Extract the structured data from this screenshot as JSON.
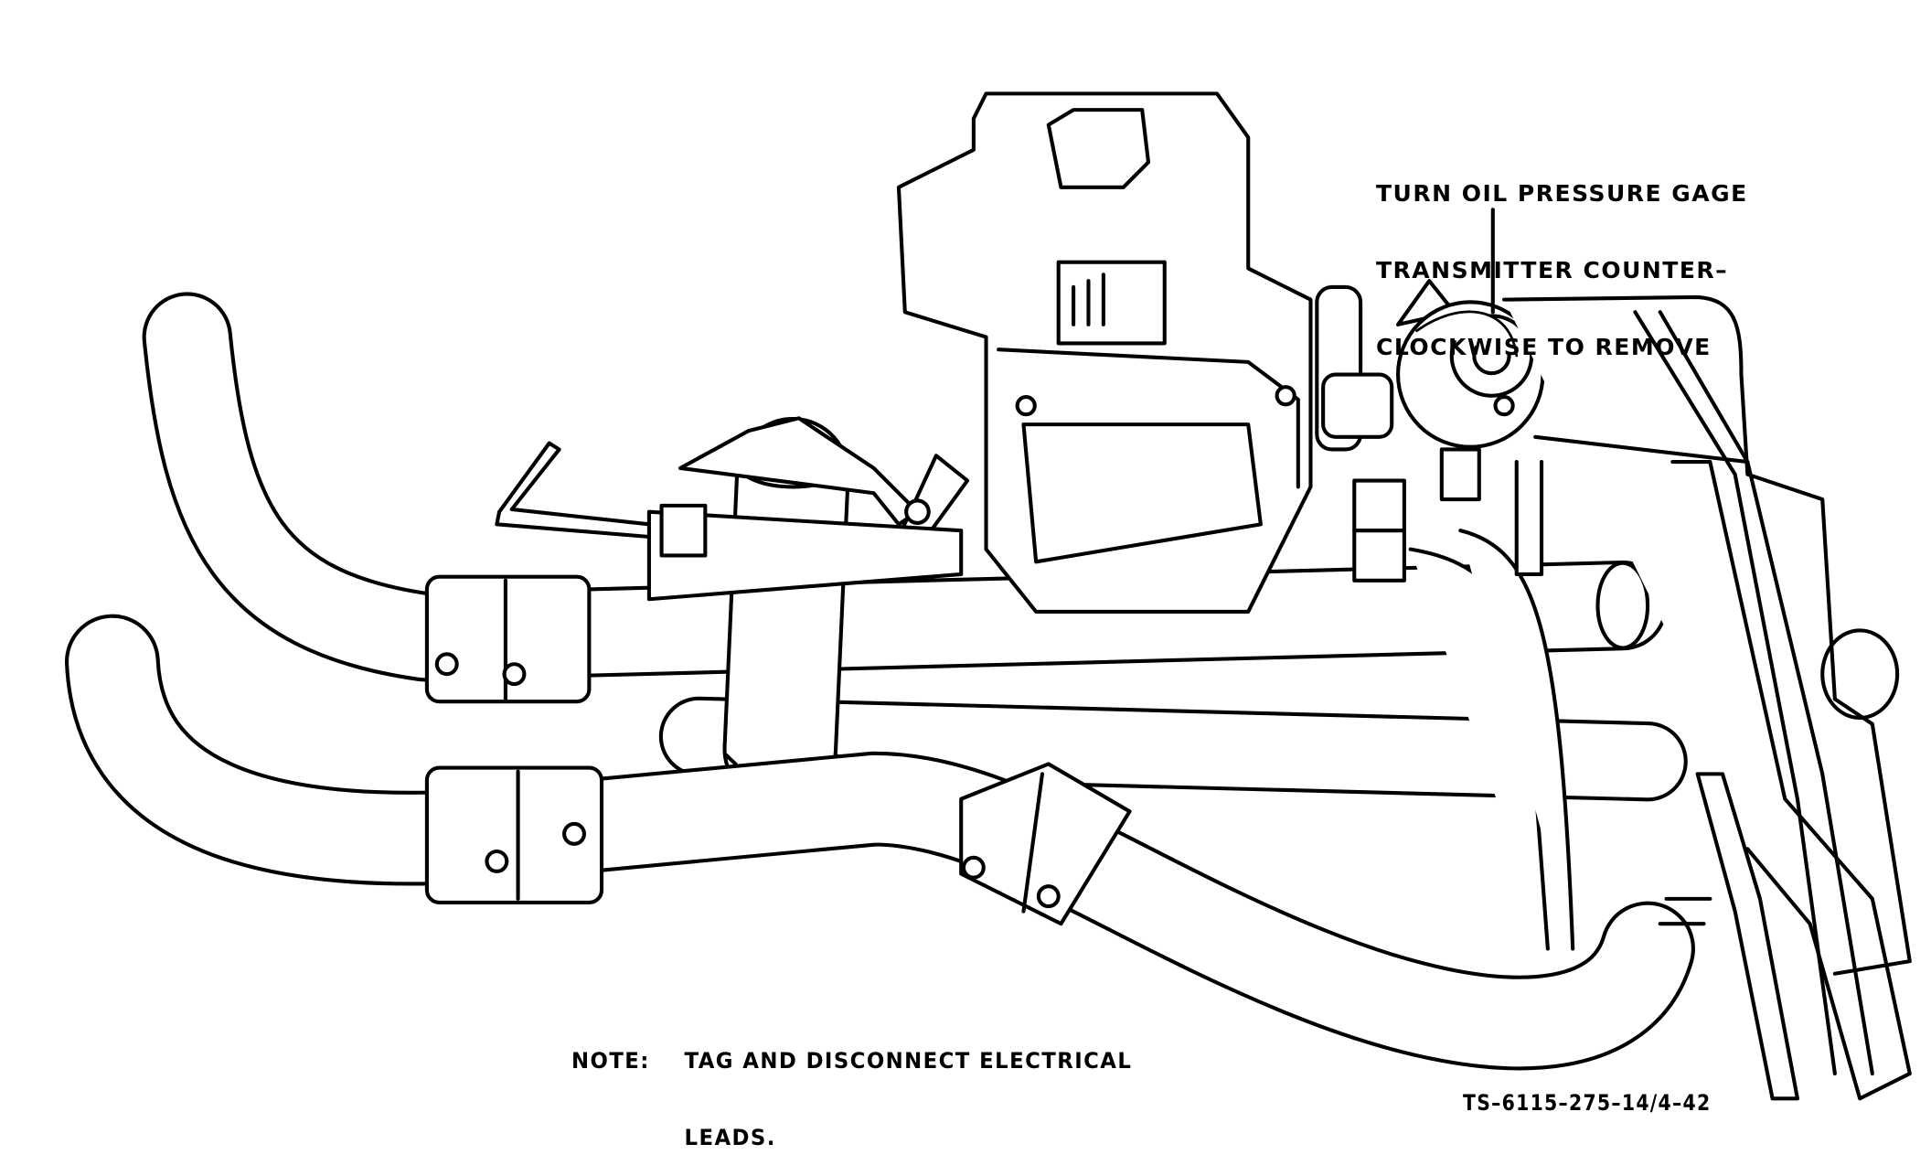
{
  "callout": {
    "lines": [
      "TURN OIL PRESSURE GAGE",
      "TRANSMITTER COUNTER–",
      "CLOCKWISE TO REMOVE"
    ]
  },
  "note": {
    "label": "NOTE:",
    "lines": [
      "TAG AND DISCONNECT ELECTRICAL",
      "LEADS."
    ]
  },
  "figure_id": "TS–6115–275–14/4–42",
  "colors": {
    "ink": "#000000",
    "paper": "#ffffff"
  }
}
